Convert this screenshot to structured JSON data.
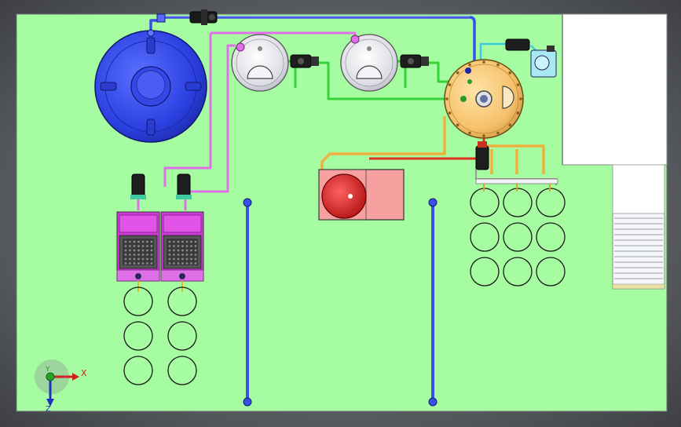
{
  "view": {
    "title": "",
    "background_color": "#a6fca0",
    "frame_color": "#55585d"
  },
  "axis_triad": {
    "x_label": "X",
    "y_label": "Y",
    "z_label": "Z"
  },
  "equipment": {
    "storage_tank": {
      "color": "#2b3fe0",
      "name": ""
    },
    "pressure_vessel_left": {
      "color": "#e8e8ee"
    },
    "pressure_vessel_right": {
      "color": "#e8e8ee"
    },
    "main_reactor": {
      "color": "#f7c46a"
    },
    "heater_unit": {
      "color": "#f6a0a0",
      "wheel_color": "#e01818"
    },
    "cooling_towers": {
      "count": 2,
      "color": "#d23ad8"
    }
  },
  "pipe_colors": {
    "blue": "#3a4ee8",
    "magenta": "#e070e8",
    "green": "#38d038",
    "cyan": "#40c8e0",
    "orange": "#f0b040",
    "red": "#e03020"
  },
  "drum_grid": {
    "rows": 3,
    "cols": 3
  },
  "drum_columns_left": {
    "rows": 3,
    "cols": 2
  }
}
